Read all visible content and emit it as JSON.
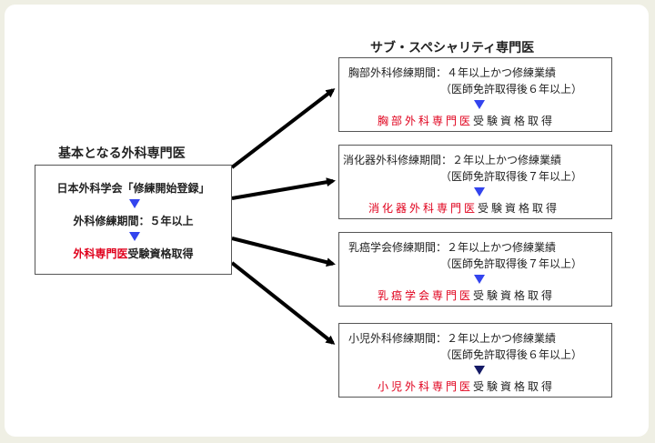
{
  "left": {
    "title": "基本となる外科専門医",
    "line1": "日本外科学会「修練開始登録」",
    "line2": "外科修練期間：５年以上",
    "result_red": "外科専門医",
    "result_rest": "受験資格取得"
  },
  "right": {
    "title": "サブ・スペシャリティ専門医",
    "boxes": [
      {
        "line1": "胸部外科修練期間：４年以上かつ修練業績",
        "line2": "（医師免許取得後６年以上）",
        "result_red": "胸部外科専門医",
        "result_rest": "受験資格取得"
      },
      {
        "line1": "消化器外科修練期間：２年以上かつ修練業績",
        "line2": "（医師免許取得後７年以上）",
        "result_red": "消化器外科専門医",
        "result_rest": "受験資格取得"
      },
      {
        "line1": "乳癌学会修練期間：２年以上かつ修練業績",
        "line2": "（医師免許取得後７年以上）",
        "result_red": "乳癌学会専門医",
        "result_rest": "受験資格取得"
      },
      {
        "line1": "小児外科修練期間：２年以上かつ修練業績",
        "line2": "（医師免許取得後６年以上）",
        "result_red": "小児外科専門医",
        "result_rest": "受験資格取得"
      }
    ]
  },
  "colors": {
    "accent_red": "#e0001c",
    "arrow_blue": "#3344ee",
    "arrow_navy": "#141a66",
    "border": "#555555"
  }
}
